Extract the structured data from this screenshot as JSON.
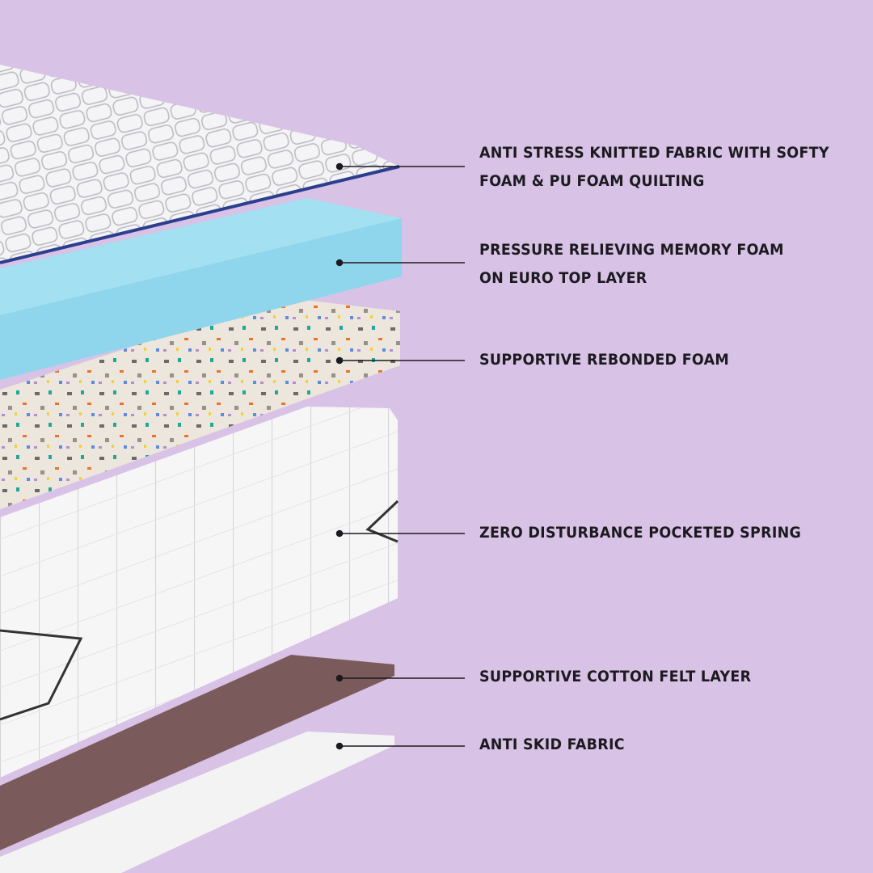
{
  "colors": {
    "background": "#d8c3e7",
    "quilt": "#f2f2f4",
    "quilt_edge": "#2c3f8f",
    "memory_foam": "#8fd6ec",
    "rebonded": "#e8e2d8",
    "spring": "#f5f5f5",
    "felt": "#7b5a5c",
    "anti_skid": "#f3f3f3",
    "leader": "#1d1a1f"
  },
  "layers": [
    {
      "id": "quilt",
      "lines": [
        "ANTI STRESS KNITTED FABRIC WITH SOFTY",
        "FOAM & PU FOAM QUILTING"
      ]
    },
    {
      "id": "memory-foam",
      "lines": [
        "PRESSURE RELIEVING MEMORY FOAM",
        "ON EURO TOP LAYER"
      ]
    },
    {
      "id": "rebonded-foam",
      "lines": [
        "SUPPORTIVE REBONDED FOAM"
      ]
    },
    {
      "id": "pocketed-spring",
      "lines": [
        "ZERO DISTURBANCE POCKETED SPRING"
      ]
    },
    {
      "id": "cotton-felt",
      "lines": [
        "SUPPORTIVE COTTON FELT LAYER"
      ]
    },
    {
      "id": "anti-skid",
      "lines": [
        "ANTI SKID FABRIC"
      ]
    }
  ]
}
